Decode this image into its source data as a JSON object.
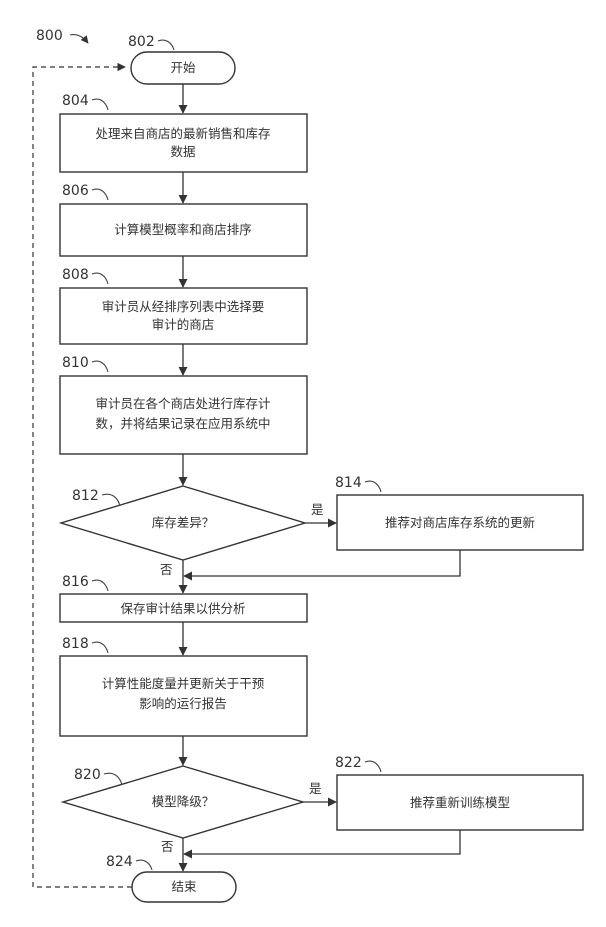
{
  "figure": {
    "ref": "800",
    "nodes": {
      "start": {
        "ref": "802",
        "lines": [
          "开始"
        ]
      },
      "n804": {
        "ref": "804",
        "lines": [
          "处理来自商店的最新销售和库存",
          "数据"
        ]
      },
      "n806": {
        "ref": "806",
        "lines": [
          "计算模型概率和商店排序"
        ]
      },
      "n808": {
        "ref": "808",
        "lines": [
          "审计员从经排序列表中选择要",
          "审计的商店"
        ]
      },
      "n810": {
        "ref": "810",
        "lines": [
          "审计员在各个商店处进行库存计",
          "数，并将结果记录在应用系统中"
        ]
      },
      "d812": {
        "ref": "812",
        "lines": [
          "库存差异？"
        ]
      },
      "n814": {
        "ref": "814",
        "lines": [
          "推荐对商店库存系统的更新"
        ]
      },
      "n816": {
        "ref": "816",
        "lines": [
          "保存审计结果以供分析"
        ]
      },
      "n818": {
        "ref": "818",
        "lines": [
          "计算性能度量并更新关于干预",
          "影响的运行报告"
        ]
      },
      "d820": {
        "ref": "820",
        "lines": [
          "模型降级？"
        ]
      },
      "n822": {
        "ref": "822",
        "lines": [
          "推荐重新训练模型"
        ]
      },
      "end": {
        "ref": "824",
        "lines": [
          "结束"
        ]
      }
    },
    "edge_labels": {
      "d812_yes": "是",
      "d812_no": "否",
      "d820_yes": "是",
      "d820_no": "否"
    }
  }
}
